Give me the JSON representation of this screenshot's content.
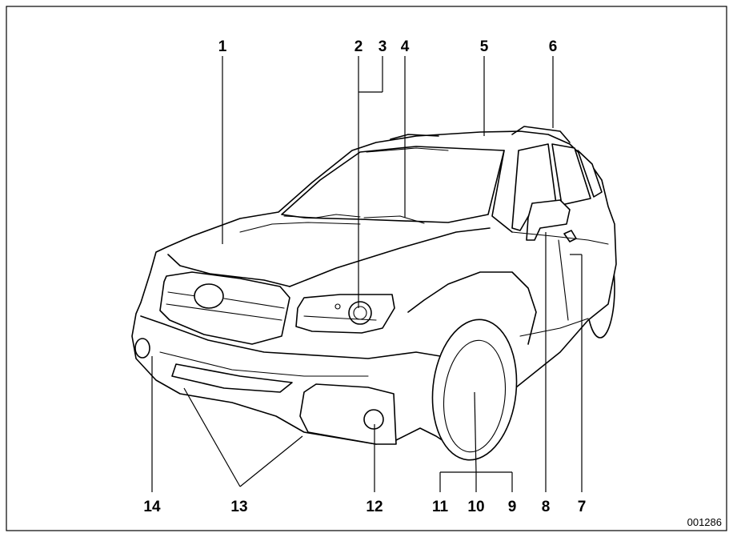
{
  "figure": {
    "reference_code": "001286",
    "callouts": [
      {
        "id": "c1",
        "label": "1"
      },
      {
        "id": "c2",
        "label": "2"
      },
      {
        "id": "c3",
        "label": "3"
      },
      {
        "id": "c4",
        "label": "4"
      },
      {
        "id": "c5",
        "label": "5"
      },
      {
        "id": "c6",
        "label": "6"
      },
      {
        "id": "c7",
        "label": "7"
      },
      {
        "id": "c8",
        "label": "8"
      },
      {
        "id": "c9",
        "label": "9"
      },
      {
        "id": "c10",
        "label": "10"
      },
      {
        "id": "c11",
        "label": "11"
      },
      {
        "id": "c12",
        "label": "12"
      },
      {
        "id": "c13",
        "label": "13"
      },
      {
        "id": "c14",
        "label": "14"
      }
    ]
  }
}
